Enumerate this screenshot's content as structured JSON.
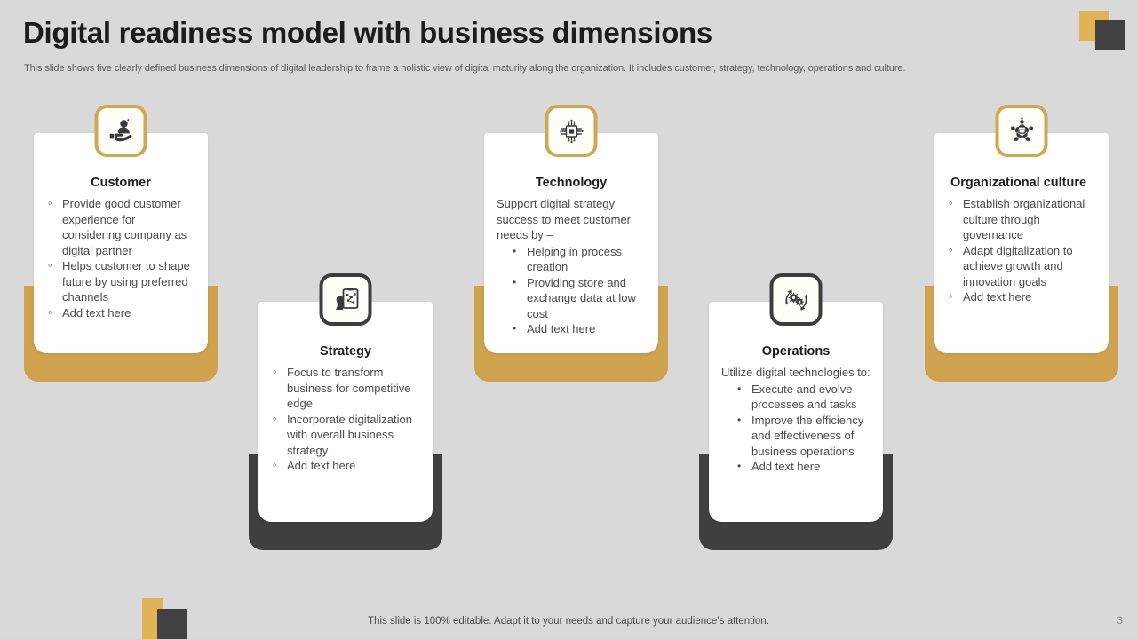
{
  "slide": {
    "title": "Digital readiness model with business dimensions",
    "subtitle": "This slide shows five clearly defined business dimensions of digital leadership to frame a holistic view of digital maturity along the organization. It includes customer, strategy, technology, operations and culture.",
    "footer_note": "This slide is 100% editable. Adapt it to your needs and capture your audience’s attention.",
    "page_number": "3"
  },
  "colors": {
    "background": "#d9d9d9",
    "gold": "#cfa24e",
    "gold_light": "#e0b357",
    "dark": "#3f3f3f",
    "card": "#ffffff",
    "title_text": "#1c1c1c",
    "body_text": "#4b4b4b"
  },
  "cards": [
    {
      "id": "customer",
      "title": "Customer",
      "icon": "customer-hand-icon",
      "accent": "gold",
      "title_align": "center",
      "bullet_style": "circle",
      "lead": "",
      "items": [
        "Provide good customer experience for considering company as digital partner",
        "Helps customer to shape future by using preferred channels",
        "Add text here"
      ]
    },
    {
      "id": "strategy",
      "title": "Strategy",
      "icon": "strategy-clipboard-icon",
      "accent": "dark",
      "title_align": "center",
      "bullet_style": "circle",
      "lead": "",
      "items": [
        "Focus to transform business for competitive edge",
        "Incorporate digitalization with overall business strategy",
        "Add text here"
      ]
    },
    {
      "id": "technology",
      "title": "Technology",
      "icon": "technology-chip-icon",
      "accent": "gold",
      "title_align": "center",
      "bullet_style": "disc",
      "lead": "Support digital strategy success to meet customer needs by –",
      "items": [
        "Helping in process creation",
        " Providing store and exchange data at low cost",
        "Add text here"
      ]
    },
    {
      "id": "operations",
      "title": "Operations",
      "icon": "operations-gears-icon",
      "accent": "dark",
      "title_align": "center",
      "bullet_style": "disc",
      "lead": "Utilize digital technologies to:",
      "items": [
        "Execute and evolve processes and tasks",
        "Improve the efficiency and effectiveness of business operations",
        "Add text here"
      ]
    },
    {
      "id": "organizational-culture",
      "title": "Organizational culture",
      "icon": "organizational-culture-team-icon",
      "accent": "gold",
      "title_align": "left",
      "bullet_style": "circle",
      "lead": "",
      "items": [
        "Establish organizational culture through governance",
        "Adapt digitalization to achieve growth and innovation goals",
        "Add text here"
      ]
    }
  ]
}
